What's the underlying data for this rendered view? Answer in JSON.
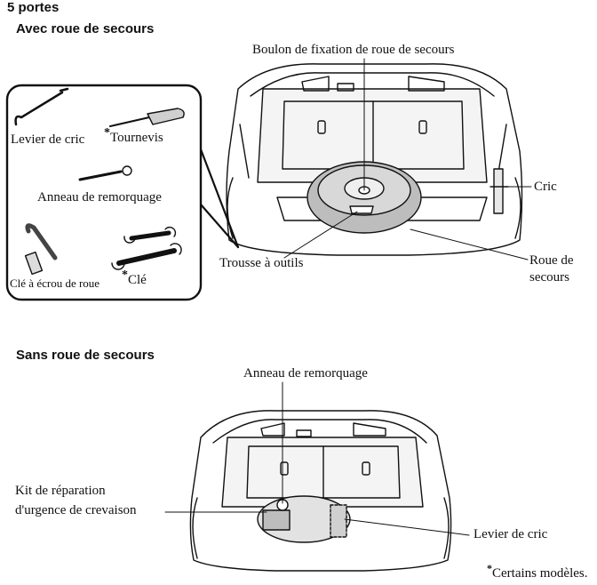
{
  "section_main": "5 portes",
  "with_spare": {
    "heading": "Avec roue de secours",
    "labels": {
      "bolt": "Boulon de fixation de roue de secours",
      "jack_lever": "Levier de cric",
      "screwdriver": "Tournevis",
      "tow_ring": "Anneau de remorquage",
      "wheel_wrench": "Clé à écrou de roue",
      "spanner": "Clé",
      "jack": "Cric",
      "toolkit": "Trousse à outils",
      "spare_wheel_1": "Roue de",
      "spare_wheel_2": "secours"
    }
  },
  "without_spare": {
    "heading": "Sans roue de secours",
    "labels": {
      "tow_ring": "Anneau de remorquage",
      "repair_kit_1": "Kit de réparation",
      "repair_kit_2": "d'urgence de crevaison",
      "jack_lever": "Levier de cric"
    }
  },
  "asterisk": "*",
  "footnote": "Certains modèles."
}
